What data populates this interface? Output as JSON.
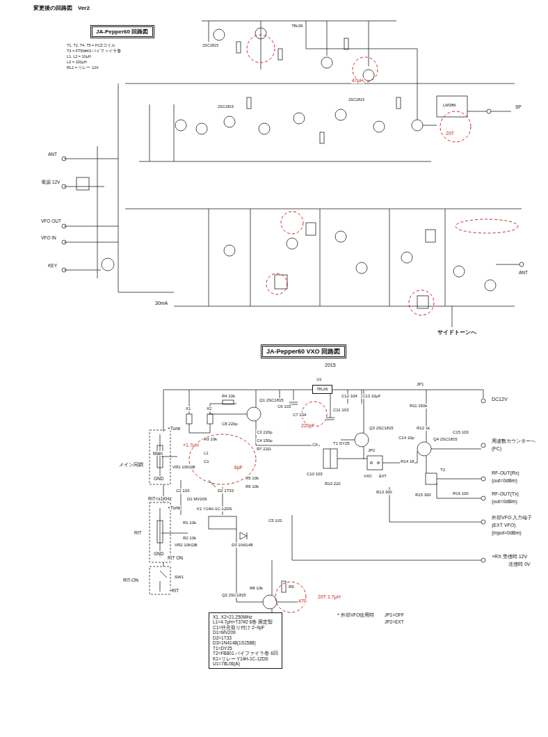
{
  "diagram": {
    "title": "変更後の回路図　Ver2",
    "nodes": [
      {
        "text": [
          "JA-Pepper60 回路図"
        ]
      },
      {
        "text": [
          "JA-Pepper60 VXO 回路図"
        ]
      },
      {
        "text": [
          "78L06"
        ]
      },
      {
        "text": [
          "X1, X2=21.250MHz",
          "L1=4.7μH+T37#2 6巻 固定型",
          "C1=任意取り付け 2~9pF",
          "D1=MV209",
          "D2=1T33",
          "D3=1N4148(1S1588)",
          "T1=DY25",
          "T2=FB801 バイファイラ巻 6回",
          "K1=リレー Y14H-1C-12DS",
          "U1=78L06(A)"
        ]
      }
    ],
    "labels": [
      "T1, T2, T4, T5 = FCZコイル",
      "T3 = FT50#43 バイファイラ巻",
      "L1, L2 = 10μH",
      "L3 = 100μH",
      "RL1 = リレー 12V",
      "78L06",
      "2SC1815",
      "2SC1815",
      "2SC1815",
      "LM386",
      "47μH",
      "20T",
      "30mA",
      "ANT",
      "電源 12V",
      "VFO OUT",
      "VFO IN",
      "KEY",
      "サイドトーンへ",
      "SP",
      "ANT",
      "2015",
      "+Tune",
      "Main",
      "メイン同調",
      "GND",
      "VR1 10KΩB",
      "RIT=±1KHz",
      "+Tune",
      "RIT",
      "GND",
      "VR2 10KΩB",
      "RIT ON",
      "RIT-ON",
      "SW1",
      "+RIT",
      "X1",
      "X2",
      "R4 10k",
      "Q1 2SC1815",
      "C6 103",
      "C7 104",
      "U1",
      "C11 103",
      "C12 104",
      "C13 10μF",
      "R11 150k",
      "Q3 2SC1815",
      "Q4 2SC1815",
      "C14 10p",
      "R12 1k",
      "C15 103",
      "C8 220p",
      "C3 220p",
      "C4 150p",
      "R7 22Ω",
      "R3 10k",
      "L1",
      "C1",
      "C2 103",
      "D1 MV209",
      "D2 1T33",
      "R5 10k",
      "R6 10k",
      "K1 Y14H-1C-12DS",
      "C5 103",
      "R1 10k",
      "R2 10k",
      "D3 1N4148",
      "Q2 2SC1815",
      "R8 10k",
      "R9",
      "470",
      "20T 1.7μH",
      "C9",
      "C10 103",
      "T1 DY25",
      "R10 220",
      "JP2",
      "VXO",
      "EXT",
      "R13 300",
      "R14 18",
      "R15 300",
      "T2",
      "R16 100",
      "JP1",
      "DC12V",
      "周波数カウンターへ",
      "(FC)",
      "RF-OUT(Rx)",
      "(out=0dBm)",
      "RF-OUT(Tx)",
      "(out=0dBm)",
      "外部VFO 入力端子",
      "(EXT VFO)",
      "(Input=0dBm)",
      "+RX 受信時 12V",
      "送信時 0V",
      "＊外部VFO使用時",
      "JP1=OFF",
      "JP2=EXT",
      "+1.7μH",
      "220pF",
      "6pF"
    ]
  }
}
